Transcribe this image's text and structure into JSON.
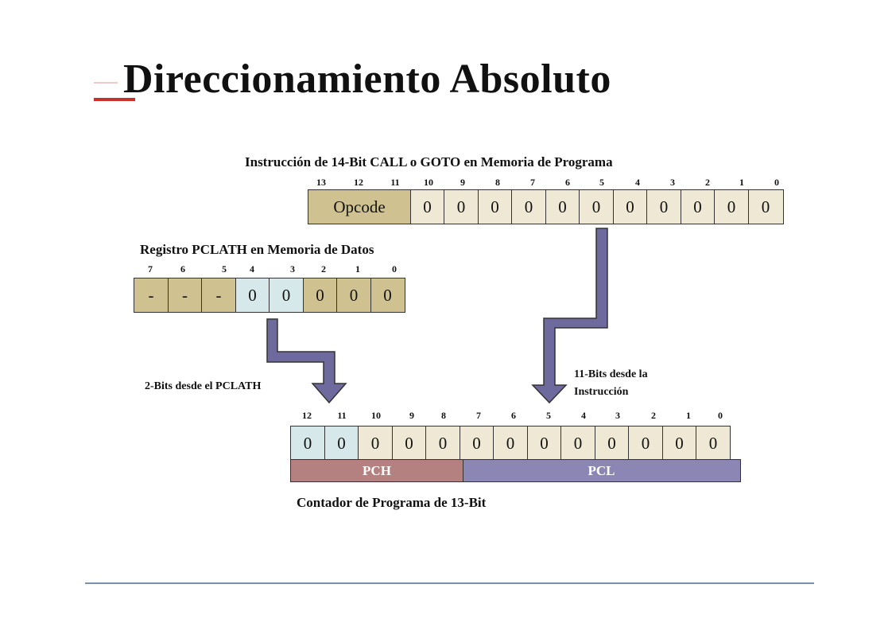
{
  "title": "Direccionamiento Absoluto",
  "instruction": {
    "caption": "Instrucción de 14-Bit CALL o GOTO en Memoria de Programa",
    "bit_indices": [
      "13",
      "12",
      "11",
      "10",
      "9",
      "8",
      "7",
      "6",
      "5",
      "4",
      "3",
      "2",
      "1",
      "0"
    ],
    "opcode_label": "Opcode",
    "bits": [
      "0",
      "0",
      "0",
      "0",
      "0",
      "0",
      "0",
      "0",
      "0",
      "0",
      "0"
    ]
  },
  "pclath": {
    "caption": "Registro PCLATH en Memoria de Datos",
    "bit_indices": [
      "7",
      "6",
      "5",
      "4",
      "3",
      "2",
      "1",
      "0"
    ],
    "bits": [
      "-",
      "-",
      "-",
      "0",
      "0",
      "0",
      "0",
      "0"
    ]
  },
  "pc": {
    "bit_indices": [
      "12",
      "11",
      "10",
      "9",
      "8",
      "7",
      "6",
      "5",
      "4",
      "3",
      "2",
      "1",
      "0"
    ],
    "bits": [
      "0",
      "0",
      "0",
      "0",
      "0",
      "0",
      "0",
      "0",
      "0",
      "0",
      "0",
      "0",
      "0"
    ],
    "pch_label": "PCH",
    "pcl_label": "PCL",
    "caption": "Contador de Programa de 13-Bit"
  },
  "annotations": {
    "pclath_bits": "2-Bits desde el PCLATH",
    "instr_bits_line1": "11-Bits desde la",
    "instr_bits_line2": "Instrucción"
  },
  "colors": {
    "cell_cream": "#efe8d4",
    "cell_tan": "#cfc290",
    "cell_blue": "#d6e8ea",
    "pch": "#b48080",
    "pcl": "#8c86b4",
    "arrow": "#6e6a9e",
    "title_accent": "#c9302c",
    "rule": "#7b8fb0"
  }
}
